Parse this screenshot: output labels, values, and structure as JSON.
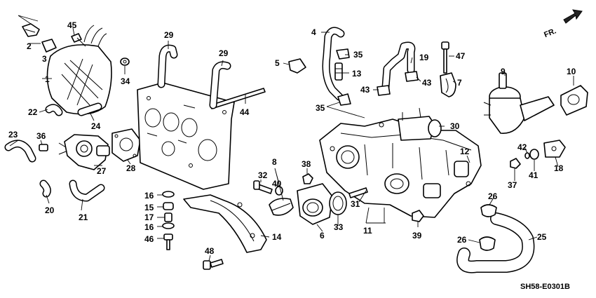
{
  "diagram": {
    "part_numbers": [
      "1",
      "2",
      "3",
      "4",
      "5",
      "6",
      "7",
      "8",
      "9",
      "10",
      "11",
      "12",
      "13",
      "14",
      "15",
      "16",
      "16",
      "17",
      "18",
      "19",
      "20",
      "21",
      "22",
      "23",
      "24",
      "25",
      "26",
      "26",
      "27",
      "28",
      "29",
      "29",
      "30",
      "31",
      "32",
      "33",
      "34",
      "35",
      "35",
      "36",
      "37",
      "38",
      "39",
      "40",
      "41",
      "42",
      "43",
      "43",
      "44",
      "45",
      "46",
      "47",
      "48"
    ],
    "direction_label": "FR.",
    "figure_code": "SH58-E0301B"
  }
}
